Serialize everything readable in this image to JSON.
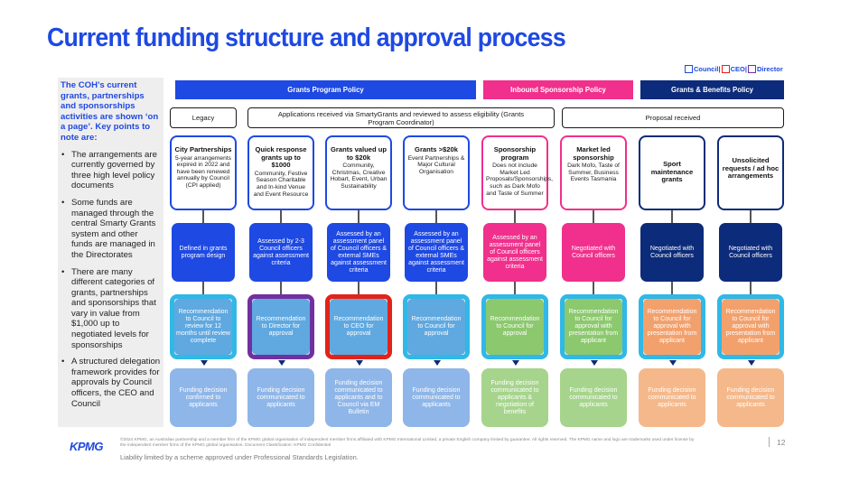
{
  "title": "Current funding structure and approval process",
  "legend": [
    {
      "label": "Council",
      "color": "#1e49e2"
    },
    {
      "label": "CEO",
      "color": "#e2231a"
    },
    {
      "label": "Director",
      "color": "#7030a0"
    }
  ],
  "side": {
    "intro": "The COH’s current grants, partnerships and sponsorships activities are shown ‘on a page’. Key points to note are:",
    "bullets": [
      "The arrangements are currently governed by three high level policy documents",
      "Some funds are managed through the central Smarty Grants system and other funds are managed in the Directorates",
      "There are many different categories of grants, partnerships and sponsorships that vary in value from $1,000 up to negotiated levels for sponsorships",
      "A structured delegation framework provides for approvals by Council officers, the CEO and Council"
    ]
  },
  "policies": {
    "grants": "Grants Program Policy",
    "inbound": "Inbound Sponsorship Policy",
    "benefits": "Grants & Benefits Policy"
  },
  "rows": {
    "legacy": "Legacy",
    "smarty": "Applications received via SmartyGrants and reviewed to assess eligibility (Grants Program Coordinator)",
    "proposal": "Proposal received"
  },
  "columns": [
    {
      "title": "City Partnerships",
      "desc": "5-year arrangements expired in 2022 and have been renewed annually by Council (CPI applied)",
      "assess": "Defined in grants program design",
      "rec": "Recommendation to Council to review for 12 months until review complete",
      "fund": "Funding decision confirmed to applicants"
    },
    {
      "title": "Quick response grants up to $1000",
      "desc": "Community, Festive Season Charitable and In-kind Venue and Event Resource",
      "assess": "Assessed by 2-3 Council officers against assessment criteria",
      "rec": "Recommendation to Director for approval",
      "fund": "Funding decision communicated to applicants"
    },
    {
      "title": "Grants valued up to $20k",
      "desc": "Community, Christmas, Creative Hobart, Event, Urban Sustainability",
      "assess": "Assessed by an assessment panel of Council officers & external SMEs against assessment criteria",
      "rec": "Recommendation to CEO for approval",
      "fund": "Funding decision communicated to applicants and to Council via EM Bulletin"
    },
    {
      "title": "Grants >$20k",
      "desc": "Event Partnerships & Major Cultural Organisation",
      "assess": "Assessed by an assessment panel of Council officers & external SMEs against assessment criteria",
      "rec": "Recommendation to Council for approval",
      "fund": "Funding decision communicated to applicants"
    },
    {
      "title": "Sponsorship program",
      "desc": "Does not include Market Led Proposals/Sponsorships, such as Dark Mofo and Taste of Summer",
      "assess": "Assessed by an assessment panel of Council officers against assessment criteria",
      "rec": "Recommendation to Council for approval",
      "fund": "Funding decision communicated to applicants & negotiation of benefits"
    },
    {
      "title": "Market led sponsorship",
      "desc": "Dark Mofo, Taste of Summer, Business Events Tasmania",
      "assess": "Negotiated with Council officers",
      "rec": "Recommendation to Council for approval with presentation from applicant",
      "fund": "Funding decision communicated to applicants"
    },
    {
      "title": "Sport maintenance grants",
      "desc": "",
      "assess": "Negotiated with Council officers",
      "rec": "Recommendation to Council for approval with presentation from applicant",
      "fund": "Funding decision communicated to applicants"
    },
    {
      "title": "Unsolicited requests / ad hoc arrangements",
      "desc": "",
      "assess": "Negotiated with Council officers",
      "rec": "Recommendation to Council for approval with presentation from applicant",
      "fund": "Funding decision communicated to applicants"
    }
  ],
  "colors": {
    "blue": "#1e49e2",
    "pink": "#f0308c",
    "navy": "#0c2b7a",
    "light_blue": "#5fa8e0",
    "frame_cyan": "#30b8e6",
    "frame_purple": "#7030a0",
    "frame_red": "#e2231a",
    "green": "#8cc86e",
    "light_green": "#a6d48c",
    "orange": "#f2a16d",
    "light_orange": "#f5b88a",
    "fund_blue": "#8fb6e8"
  },
  "footer": {
    "logo": "KPMG",
    "copyright": "©2024 KPMG, an Australian partnership and a member firm of the KPMG global organisation of independent member firms affiliated with KPMG International Limited, a private English company limited by guarantee. All rights reserved. The KPMG name and logo are trademarks used under license by the independent member firms of the KPMG global organisation. Document Classification: KPMG Confidential",
    "liability": "Liability limited by a scheme approved under Professional Standards Legislation.",
    "page": "12"
  }
}
